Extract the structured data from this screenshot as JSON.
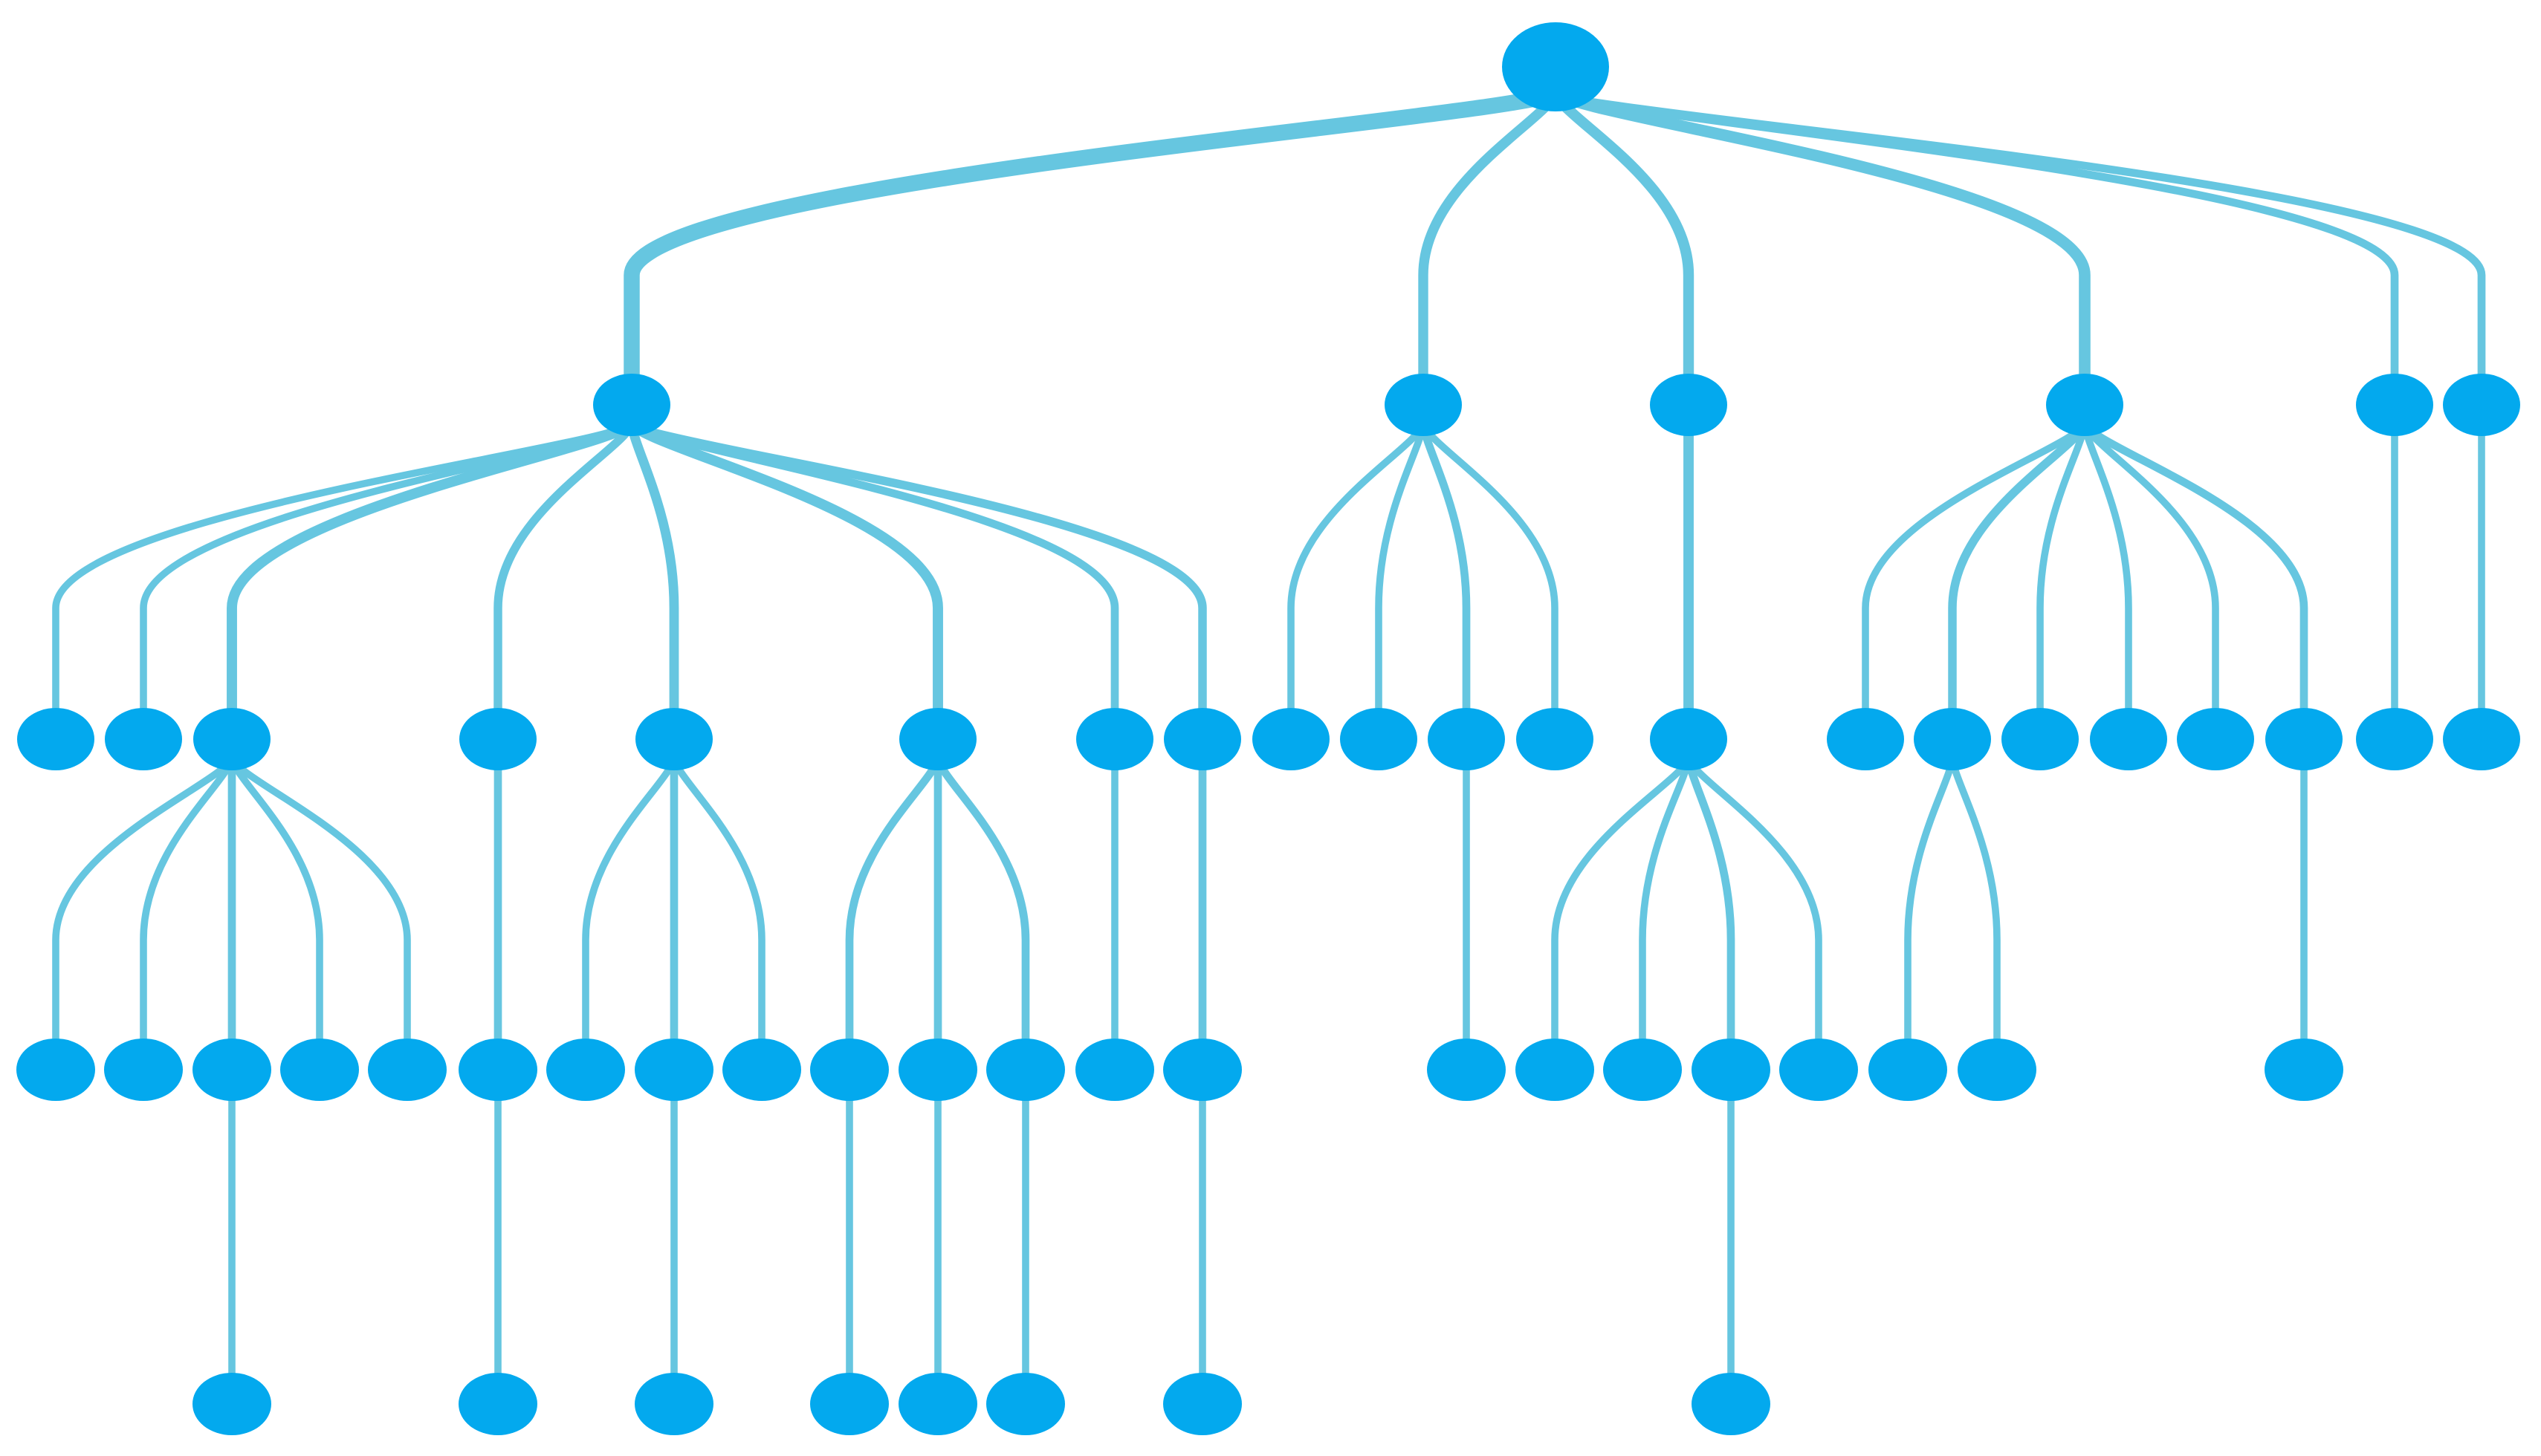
{
  "diagram": {
    "type": "tree",
    "node_color": "#03A9EE",
    "edge_color": "#66C6E0",
    "background": "#FFFFFF",
    "nodes": [
      {
        "id": "root",
        "level": 0,
        "parent": null,
        "subtree": 61
      },
      {
        "id": "a",
        "level": 1,
        "parent": "root",
        "subtree": 31
      },
      {
        "id": "b",
        "level": 1,
        "parent": "root",
        "subtree": 6
      },
      {
        "id": "c",
        "level": 1,
        "parent": "root",
        "subtree": 8
      },
      {
        "id": "d",
        "level": 1,
        "parent": "root",
        "subtree": 11
      },
      {
        "id": "e",
        "level": 1,
        "parent": "root",
        "subtree": 2
      },
      {
        "id": "f",
        "level": 1,
        "parent": "root",
        "subtree": 2
      },
      {
        "id": "a1",
        "level": 2,
        "parent": "a",
        "subtree": 1
      },
      {
        "id": "a2",
        "level": 2,
        "parent": "a",
        "subtree": 1
      },
      {
        "id": "a3",
        "level": 2,
        "parent": "a",
        "subtree": 7
      },
      {
        "id": "a4",
        "level": 2,
        "parent": "a",
        "subtree": 3
      },
      {
        "id": "a5",
        "level": 2,
        "parent": "a",
        "subtree": 5
      },
      {
        "id": "a6",
        "level": 2,
        "parent": "a",
        "subtree": 7
      },
      {
        "id": "a7",
        "level": 2,
        "parent": "a",
        "subtree": 2
      },
      {
        "id": "a8",
        "level": 2,
        "parent": "a",
        "subtree": 3
      },
      {
        "id": "b1",
        "level": 2,
        "parent": "b",
        "subtree": 1
      },
      {
        "id": "b2",
        "level": 2,
        "parent": "b",
        "subtree": 1
      },
      {
        "id": "b3",
        "level": 2,
        "parent": "b",
        "subtree": 2
      },
      {
        "id": "b4",
        "level": 2,
        "parent": "b",
        "subtree": 1
      },
      {
        "id": "c1",
        "level": 2,
        "parent": "c",
        "subtree": 7
      },
      {
        "id": "d1",
        "level": 2,
        "parent": "d",
        "subtree": 1
      },
      {
        "id": "d2",
        "level": 2,
        "parent": "d",
        "subtree": 3
      },
      {
        "id": "d3",
        "level": 2,
        "parent": "d",
        "subtree": 1
      },
      {
        "id": "d4",
        "level": 2,
        "parent": "d",
        "subtree": 1
      },
      {
        "id": "d5",
        "level": 2,
        "parent": "d",
        "subtree": 1
      },
      {
        "id": "d6",
        "level": 2,
        "parent": "d",
        "subtree": 2
      },
      {
        "id": "e1",
        "level": 2,
        "parent": "e",
        "subtree": 1
      },
      {
        "id": "f1",
        "level": 2,
        "parent": "f",
        "subtree": 1
      },
      {
        "id": "a3a",
        "level": 3,
        "parent": "a3",
        "subtree": 1
      },
      {
        "id": "a3b",
        "level": 3,
        "parent": "a3",
        "subtree": 1
      },
      {
        "id": "a3c",
        "level": 3,
        "parent": "a3",
        "subtree": 2
      },
      {
        "id": "a3d",
        "level": 3,
        "parent": "a3",
        "subtree": 1
      },
      {
        "id": "a3e",
        "level": 3,
        "parent": "a3",
        "subtree": 1
      },
      {
        "id": "a4a",
        "level": 3,
        "parent": "a4",
        "subtree": 2
      },
      {
        "id": "a5a",
        "level": 3,
        "parent": "a5",
        "subtree": 1
      },
      {
        "id": "a5b",
        "level": 3,
        "parent": "a5",
        "subtree": 2
      },
      {
        "id": "a5c",
        "level": 3,
        "parent": "a5",
        "subtree": 1
      },
      {
        "id": "a6a",
        "level": 3,
        "parent": "a6",
        "subtree": 2
      },
      {
        "id": "a6b",
        "level": 3,
        "parent": "a6",
        "subtree": 2
      },
      {
        "id": "a6c",
        "level": 3,
        "parent": "a6",
        "subtree": 2
      },
      {
        "id": "a7a",
        "level": 3,
        "parent": "a7",
        "subtree": 1
      },
      {
        "id": "a8a",
        "level": 3,
        "parent": "a8",
        "subtree": 2
      },
      {
        "id": "b3a",
        "level": 3,
        "parent": "b3",
        "subtree": 1
      },
      {
        "id": "c1a",
        "level": 3,
        "parent": "c1",
        "subtree": 1
      },
      {
        "id": "c1b",
        "level": 3,
        "parent": "c1",
        "subtree": 1
      },
      {
        "id": "c1c",
        "level": 3,
        "parent": "c1",
        "subtree": 2
      },
      {
        "id": "c1d",
        "level": 3,
        "parent": "c1",
        "subtree": 1
      },
      {
        "id": "d2a",
        "level": 3,
        "parent": "d2",
        "subtree": 1
      },
      {
        "id": "d2b",
        "level": 3,
        "parent": "d2",
        "subtree": 1
      },
      {
        "id": "d6a",
        "level": 3,
        "parent": "d6",
        "subtree": 1
      },
      {
        "id": "a3c1",
        "level": 4,
        "parent": "a3c",
        "subtree": 1
      },
      {
        "id": "a4a1",
        "level": 4,
        "parent": "a4a",
        "subtree": 1
      },
      {
        "id": "a5b1",
        "level": 4,
        "parent": "a5b",
        "subtree": 1
      },
      {
        "id": "a6a1",
        "level": 4,
        "parent": "a6a",
        "subtree": 1
      },
      {
        "id": "a6b1",
        "level": 4,
        "parent": "a6b",
        "subtree": 1
      },
      {
        "id": "a6c1",
        "level": 4,
        "parent": "a6c",
        "subtree": 1
      },
      {
        "id": "a8a1",
        "level": 4,
        "parent": "a8a",
        "subtree": 1
      },
      {
        "id": "c1c1",
        "level": 4,
        "parent": "c1c",
        "subtree": 1
      }
    ]
  }
}
